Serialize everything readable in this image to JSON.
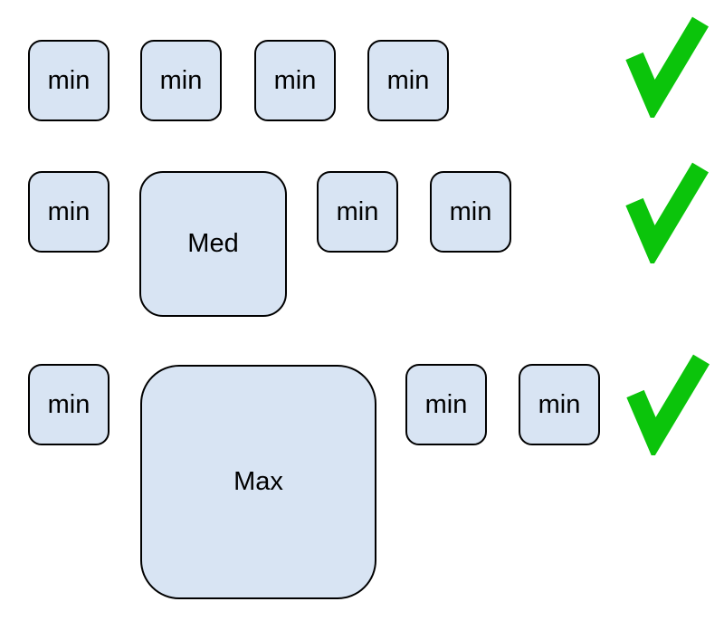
{
  "diagram": {
    "description": "Three rows of rounded boxes showing valid size combinations, each row marked with a green checkmark",
    "colors": {
      "canvas-bg": "#ffffff",
      "box-fill": "#d8e4f3",
      "box-border": "#000000",
      "label-color": "#000000",
      "check-color": "#0bc40b"
    },
    "rows": [
      {
        "name": "row-all-min",
        "boxes": [
          {
            "label": "min",
            "size": "min"
          },
          {
            "label": "min",
            "size": "min"
          },
          {
            "label": "min",
            "size": "min"
          },
          {
            "label": "min",
            "size": "min"
          }
        ],
        "status_icon": "checkmark"
      },
      {
        "name": "row-with-med",
        "boxes": [
          {
            "label": "min",
            "size": "min"
          },
          {
            "label": "Med",
            "size": "med"
          },
          {
            "label": "min",
            "size": "min"
          },
          {
            "label": "min",
            "size": "min"
          }
        ],
        "status_icon": "checkmark"
      },
      {
        "name": "row-with-max",
        "boxes": [
          {
            "label": "min",
            "size": "min"
          },
          {
            "label": "Max",
            "size": "max"
          },
          {
            "label": "min",
            "size": "min"
          },
          {
            "label": "min",
            "size": "min"
          }
        ],
        "status_icon": "checkmark"
      }
    ]
  }
}
